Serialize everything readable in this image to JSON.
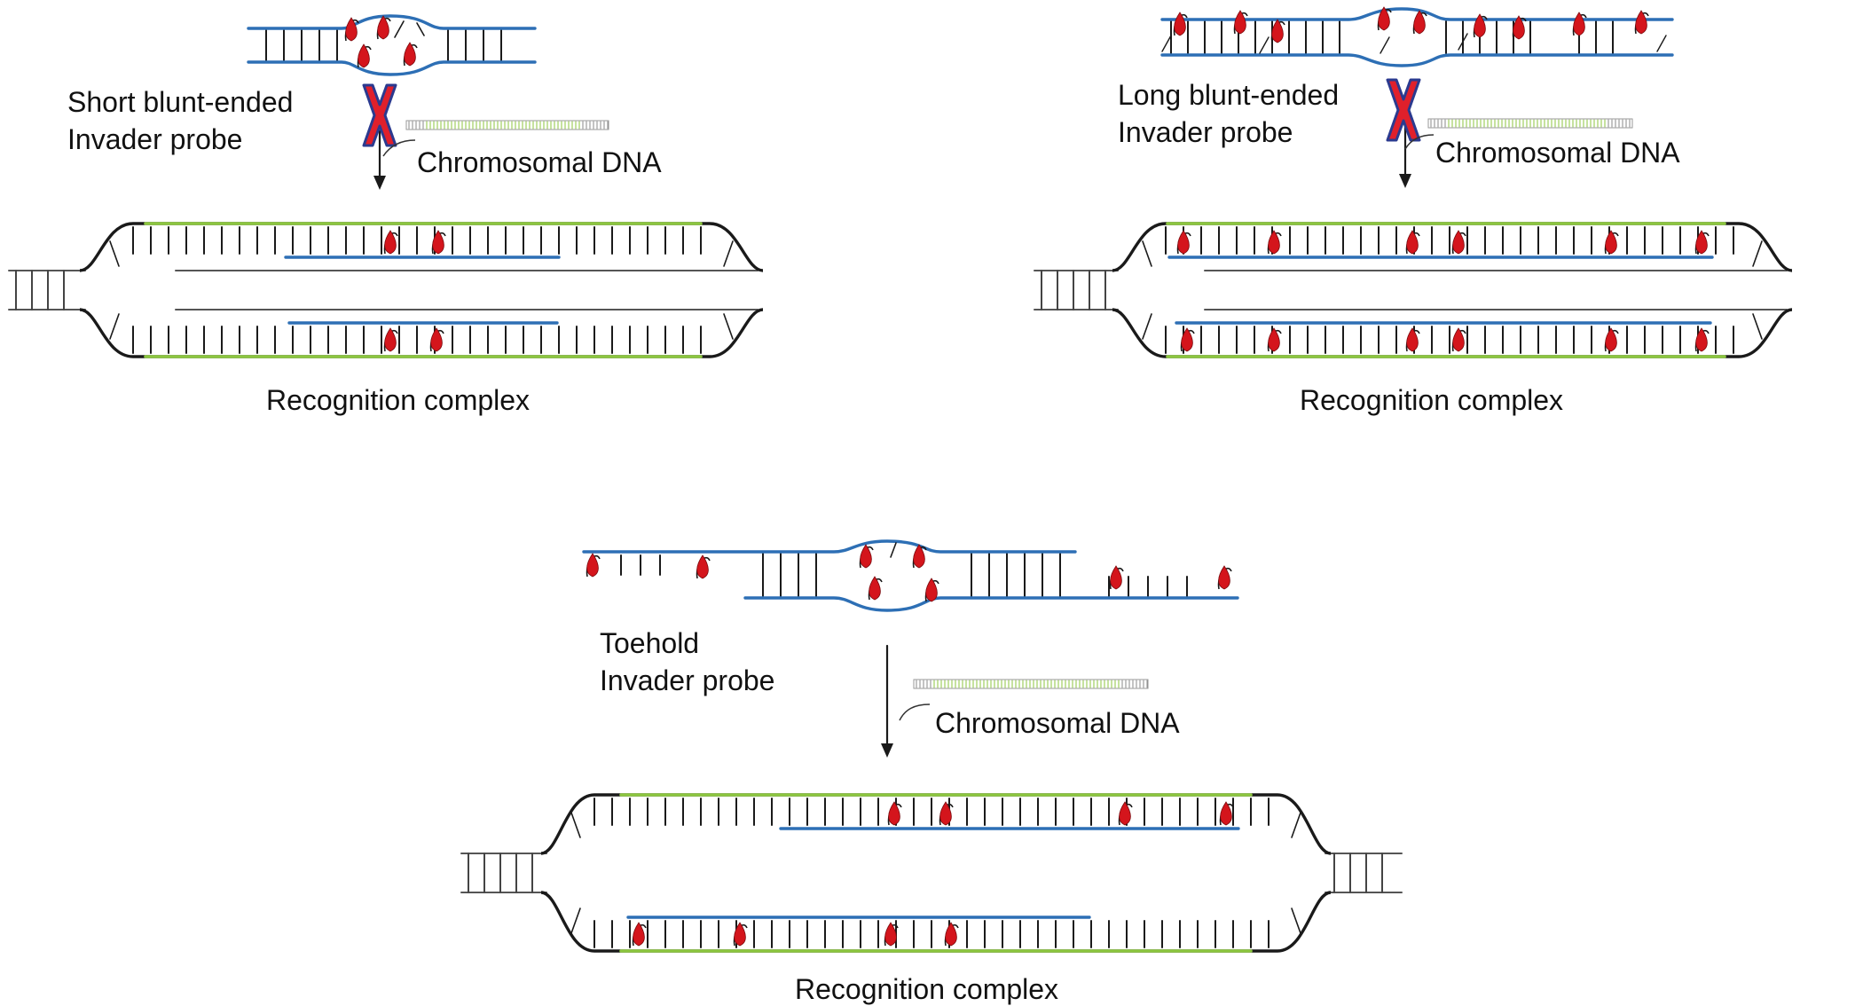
{
  "colors": {
    "probe_strand": "#2d6fb5",
    "target_strand": "#8cc63f",
    "chromosome": "#1a1a1a",
    "intercalator": "#d4151c",
    "block_cross": "#e0202b",
    "block_cross_outline": "#2b3a8f"
  },
  "panels": [
    {
      "probe_label_line1": "Short blunt-ended",
      "probe_label_line2": "Invader probe",
      "chromosome_label": "Chromosomal DNA",
      "complex_label": "Recognition complex",
      "blocked": true,
      "intercalators_per_probe_strand": 2
    },
    {
      "probe_label_line1": "Long blunt-ended",
      "probe_label_line2": "Invader probe",
      "chromosome_label": "Chromosomal DNA",
      "complex_label": "Recognition complex",
      "blocked": true,
      "intercalators_per_probe_strand": 6
    },
    {
      "probe_label_line1": "Toehold",
      "probe_label_line2": "Invader probe",
      "chromosome_label": "Chromosomal DNA",
      "complex_label": "Recognition complex",
      "blocked": false,
      "intercalators_per_probe_strand": 4
    }
  ],
  "icons": {
    "block": "red-x-icon",
    "arrow": "arrow-down-icon",
    "intercalator": "intercalator-drop-icon"
  }
}
